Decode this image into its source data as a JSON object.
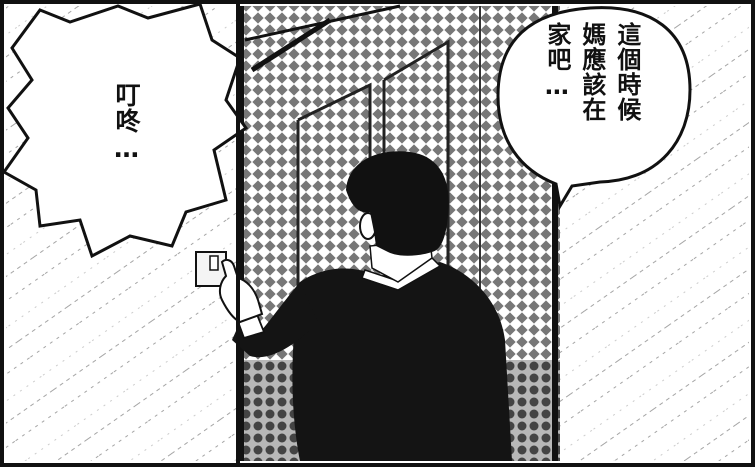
{
  "panel": {
    "sfx_text": "叮咚…",
    "speech_lines": [
      "這個時候",
      "媽應該在",
      "家吧…"
    ]
  }
}
